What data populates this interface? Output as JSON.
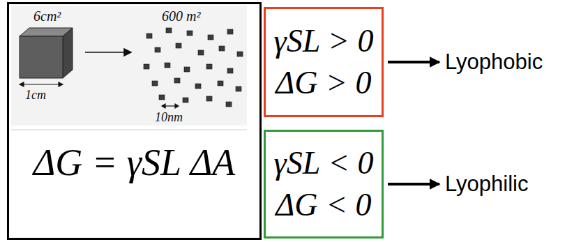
{
  "diagram": {
    "nodes": [
      {
        "text": [
          "ΔG = γSL ΔA"
        ]
      },
      {
        "text": [
          "γSL > 0",
          "ΔG > 0"
        ]
      },
      {
        "text": [
          "Lyophobic"
        ]
      },
      {
        "text": [
          "γSL < 0",
          "ΔG < 0"
        ]
      },
      {
        "text": [
          "Lyophilic"
        ]
      }
    ],
    "edges": [
      {
        "from": 1,
        "to": 2,
        "arrow": "to"
      },
      {
        "from": 3,
        "to": 4,
        "arrow": "to"
      }
    ],
    "labels": [
      "6cm²",
      "600 m²",
      "1cm",
      "10nm"
    ]
  }
}
